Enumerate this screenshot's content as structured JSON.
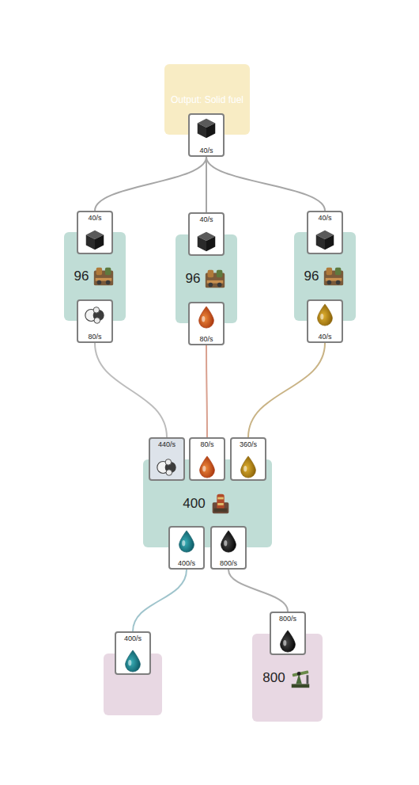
{
  "diagram": {
    "nodes": [
      {
        "text": [
          "Output: Solid fuel"
        ]
      },
      {
        "text": [
          "40/s"
        ],
        "in": 0
      },
      {
        "text": [
          "96"
        ]
      },
      {
        "text": [
          "40/s"
        ],
        "in": 2
      },
      {
        "text": [
          "80/s"
        ],
        "in": 2
      },
      {
        "text": [
          "96"
        ]
      },
      {
        "text": [
          "40/s"
        ],
        "in": 5
      },
      {
        "text": [
          "80/s"
        ],
        "in": 5
      },
      {
        "text": [
          "96"
        ]
      },
      {
        "text": [
          "40/s"
        ],
        "in": 8
      },
      {
        "text": [
          "40/s"
        ],
        "in": 8
      },
      {
        "text": [
          "400"
        ]
      },
      {
        "text": [
          "440/s"
        ],
        "in": 11
      },
      {
        "text": [
          "80/s"
        ],
        "in": 11
      },
      {
        "text": [
          "360/s"
        ],
        "in": 11
      },
      {
        "text": [
          "400/s"
        ],
        "in": 11
      },
      {
        "text": [
          "800/s"
        ],
        "in": 11
      },
      {
        "text": []
      },
      {
        "text": [
          "400/s"
        ],
        "in": 17
      },
      {
        "text": [
          "800"
        ]
      },
      {
        "text": [
          "800/s"
        ],
        "in": 19
      }
    ],
    "edges": [
      {
        "from": 3,
        "to": 1,
        "arrow": "none"
      },
      {
        "from": 6,
        "to": 1,
        "arrow": "none"
      },
      {
        "from": 9,
        "to": 1,
        "arrow": "none"
      },
      {
        "from": 12,
        "to": 4,
        "arrow": "none"
      },
      {
        "from": 13,
        "to": 7,
        "arrow": "none"
      },
      {
        "from": 14,
        "to": 10,
        "arrow": "none"
      },
      {
        "from": 18,
        "to": 15,
        "arrow": "none"
      },
      {
        "from": 20,
        "to": 16,
        "arrow": "none"
      }
    ]
  }
}
